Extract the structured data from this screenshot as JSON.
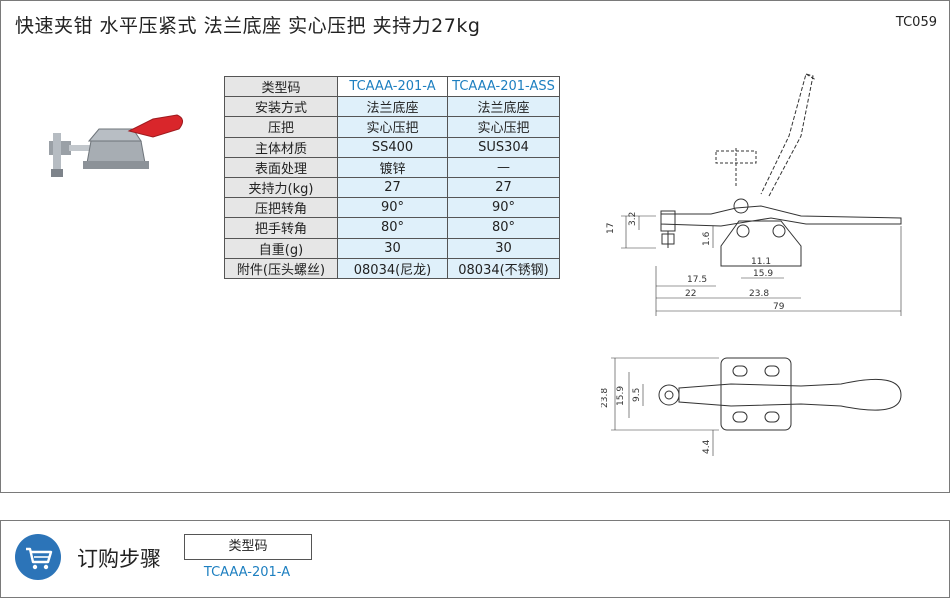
{
  "header": {
    "title": "快速夹钳   水平压紧式   法兰底座   实心压把   夹持力27kg",
    "code": "TC059"
  },
  "spec_table": {
    "header_label": "类型码",
    "models": [
      "TCAAA-201-A",
      "TCAAA-201-ASS"
    ],
    "rows": [
      {
        "label": "安装方式",
        "a": "法兰底座",
        "b": "法兰底座"
      },
      {
        "label": "压把",
        "a": "实心压把",
        "b": "实心压把"
      },
      {
        "label": "主体材质",
        "a": "SS400",
        "b": "SUS304"
      },
      {
        "label": "表面处理",
        "a": "镀锌",
        "b": "—"
      },
      {
        "label": "夹持力(kg)",
        "a": "27",
        "b": "27"
      },
      {
        "label": "压把转角",
        "a": "90°",
        "b": "90°"
      },
      {
        "label": "把手转角",
        "a": "80°",
        "b": "80°"
      },
      {
        "label": "自重(g)",
        "a": "30",
        "b": "30"
      },
      {
        "label": "附件(压头螺丝)",
        "a": "08034(尼龙)",
        "b": "08034(不锈钢)"
      }
    ]
  },
  "dims": {
    "d17": "17",
    "d3_2": "3.2",
    "d1_6": "1.6",
    "d11_1": "11.1",
    "d17_5": "17.5",
    "d15_9": "15.9",
    "d22": "22",
    "d23_8": "23.8",
    "d79": "79",
    "p23_8": "23.8",
    "p15_9": "15.9",
    "p9_5": "9.5",
    "p4_4": "4.4"
  },
  "order": {
    "title": "订购步骤",
    "step_label": "类型码",
    "step_value": "TCAAA-201-A"
  },
  "colors": {
    "accent_blue": "#1d7fc0",
    "cart_blue": "#2c74b8",
    "handle_red": "#d9262b"
  },
  "icons": {
    "cart": "shopping-cart-icon"
  }
}
